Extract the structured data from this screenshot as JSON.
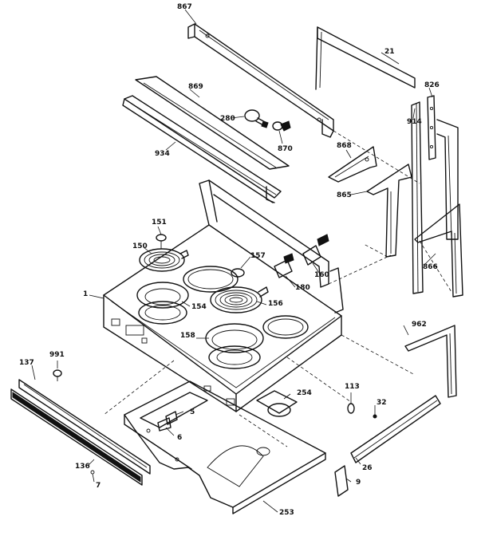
{
  "colors": {
    "ink": "#111111",
    "paper": "#ffffff"
  },
  "labels": {
    "p867": "867",
    "p21": "21",
    "p826": "826",
    "p869": "869",
    "p914": "914",
    "p280": "280",
    "p870": "870",
    "p934": "934",
    "p868": "868",
    "p865": "865",
    "p151": "151",
    "p150": "150",
    "p157": "157",
    "p160": "160",
    "p180": "180",
    "p866": "866",
    "p1": "1",
    "p154": "154",
    "p156": "156",
    "p158": "158",
    "p962": "962",
    "p991": "991",
    "p137": "137",
    "p254": "254",
    "p113": "113",
    "p32": "32",
    "p5": "5",
    "p6": "6",
    "p136": "136",
    "p7": "7",
    "p26": "26",
    "p9": "9",
    "p253": "253"
  }
}
